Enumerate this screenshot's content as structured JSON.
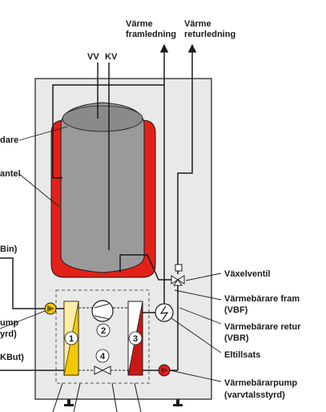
{
  "labels": {
    "varme_fram_1": "Värme",
    "varme_fram_2": "framledning",
    "varme_retur_1": "Värme",
    "varme_retur_2": "returledning",
    "vv": "VV",
    "kv": "KV",
    "dare": "dare",
    "antel": "antel",
    "bin": "Bin)",
    "pump_1": "ump",
    "pump_2": "yrd)",
    "kbut": "KBut)",
    "vaxelventil": "Växelventil",
    "vbf_1": "Värmebärare fram",
    "vbf_2": "(VBF)",
    "vbr_1": "Värmebärare retur",
    "vbr_2": "(VBR)",
    "eltillsats": "Eltillsats",
    "varmebararpump_1": "Värmebärarpump",
    "varmebararpump_2": "(varvtalsstyrd)",
    "num_1": "1",
    "num_2": "2",
    "num_3": "3",
    "num_4": "4"
  },
  "colors": {
    "cabinet": "#e9e9e9",
    "tank": "#9a9a9a",
    "tank_top": "#7d7d7d",
    "jacket": "#e32119",
    "pump_yellow": "#f5c800",
    "pump_red": "#e32119",
    "line": "#1a1a1a",
    "heater_dark": "#c81818"
  }
}
